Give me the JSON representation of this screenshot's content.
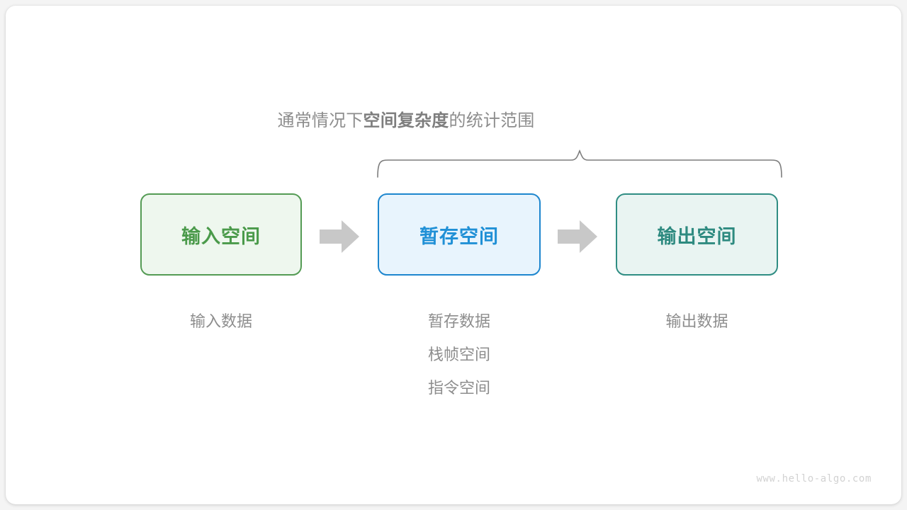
{
  "figure": {
    "scope_caption": {
      "prefix": "通常情况下",
      "emphasis": "空间复杂度",
      "suffix": "的统计范围"
    },
    "brace": {
      "name": "scope-brace",
      "color": "#7d7d7d"
    },
    "boxes": [
      {
        "id": "input",
        "label": "输入空间",
        "fill": "#eef7ee",
        "border": "#549b54",
        "text_color": "#4a9a4a"
      },
      {
        "id": "buffer",
        "label": "暂存空间",
        "fill": "#e8f4fd",
        "border": "#1d86ce",
        "text_color": "#2090d6"
      },
      {
        "id": "output",
        "label": "输出空间",
        "fill": "#e9f4f2",
        "border": "#2f8d83",
        "text_color": "#2e8a80"
      }
    ],
    "arrows": [
      {
        "id": "arrow-1",
        "icon": "right-block-arrow-icon",
        "color": "#c8c8c8"
      },
      {
        "id": "arrow-2",
        "icon": "right-block-arrow-icon",
        "color": "#c8c8c8"
      }
    ],
    "captions": {
      "input": [
        "输入数据"
      ],
      "buffer": [
        "暂存数据",
        "栈帧空间",
        "指令空间"
      ],
      "output": [
        "输出数据"
      ]
    },
    "watermark": "www.hello-algo.com"
  }
}
